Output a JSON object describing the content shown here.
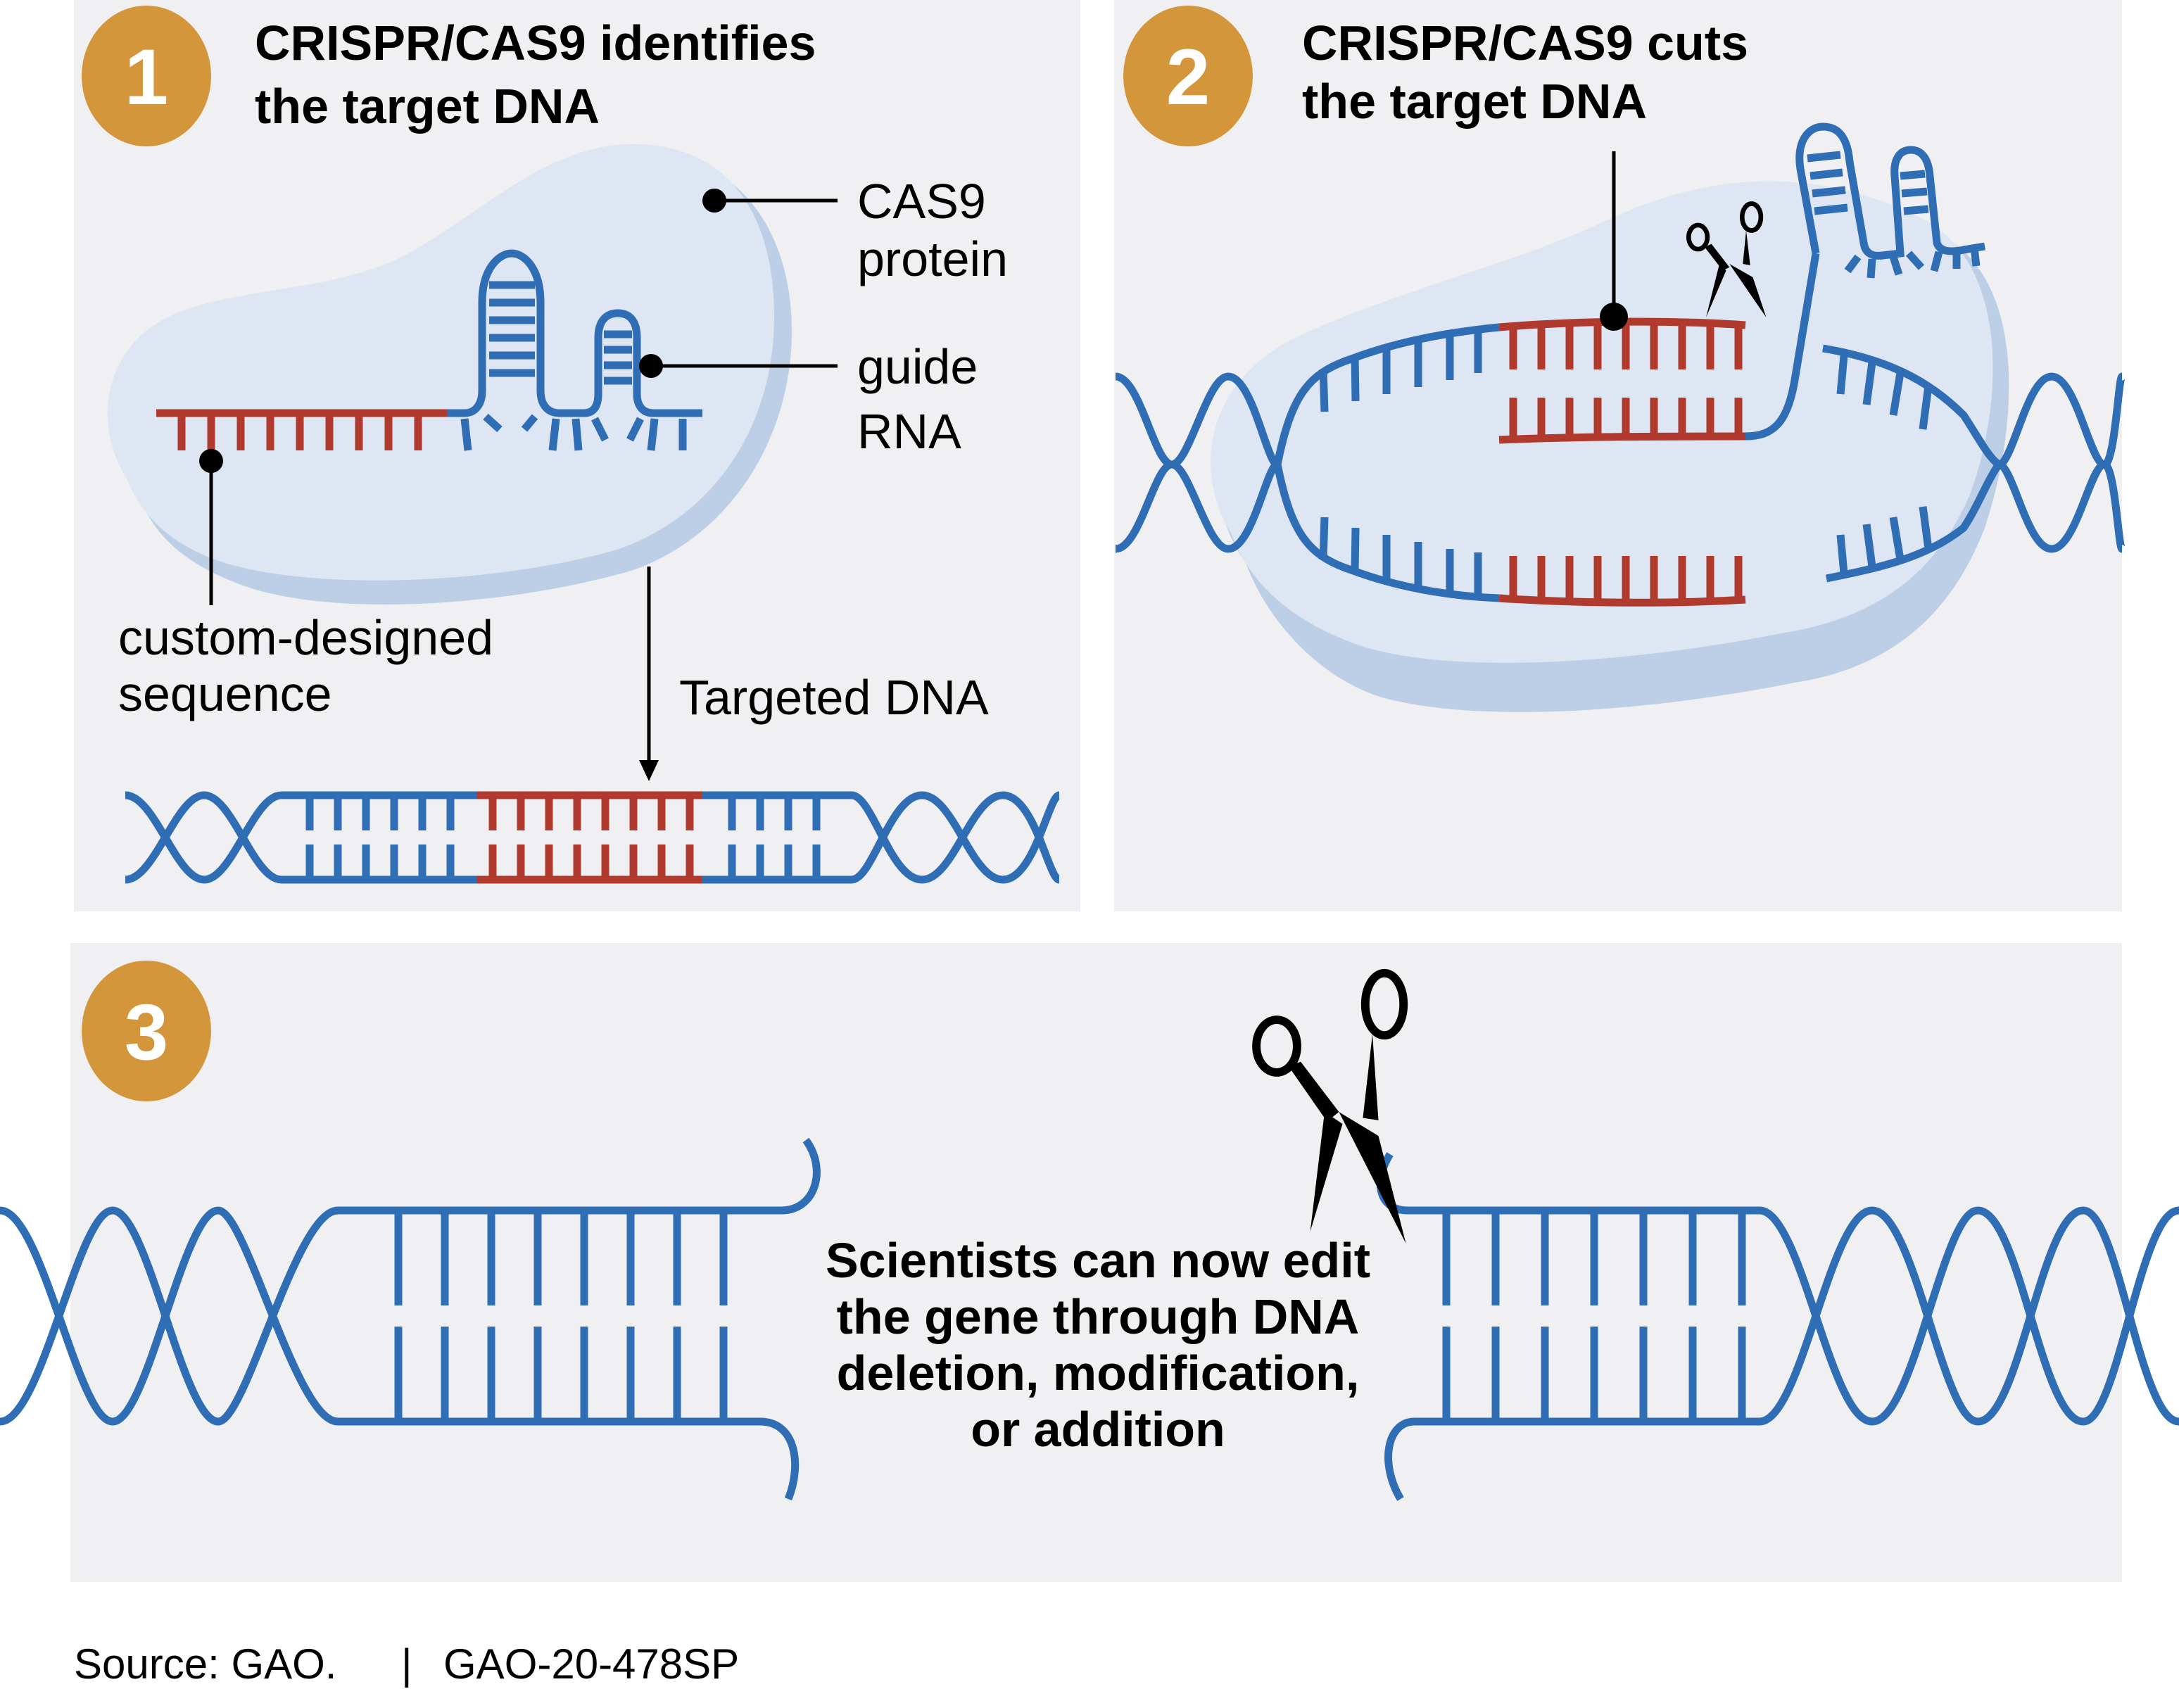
{
  "colors": {
    "badge": "#d4963a",
    "dna_blue": "#2f6db5",
    "target_red": "#b03a2e",
    "protein_fill": "#dde6f2",
    "protein_shadow": "#bccfe6",
    "panel_bg": "#f0f0f3"
  },
  "steps": [
    {
      "number": "1",
      "title_line1": "CRISPR/CAS9 identifies",
      "title_line2": "the target DNA",
      "labels": {
        "cas9_line1": "CAS9",
        "cas9_line2": "protein",
        "guide_line1": "guide",
        "guide_line2": "RNA",
        "custom_line1": "custom-designed",
        "custom_line2": "sequence",
        "targeted": "Targeted DNA"
      }
    },
    {
      "number": "2",
      "title_line1": "CRISPR/CAS9 cuts",
      "title_line2": "the target DNA"
    },
    {
      "number": "3",
      "text_lines": [
        "Scientists can now edit",
        "the gene through DNA",
        "deletion, modification,",
        "or addition"
      ]
    }
  ],
  "icons": {
    "scissors": "scissors-icon",
    "dna": "dna-helix-icon",
    "protein": "cas9-protein-blob",
    "rna": "guide-rna-hairpin-icon"
  },
  "footer": {
    "source": "Source: GAO.",
    "separator": "|",
    "report_id": "GAO-20-478SP"
  }
}
